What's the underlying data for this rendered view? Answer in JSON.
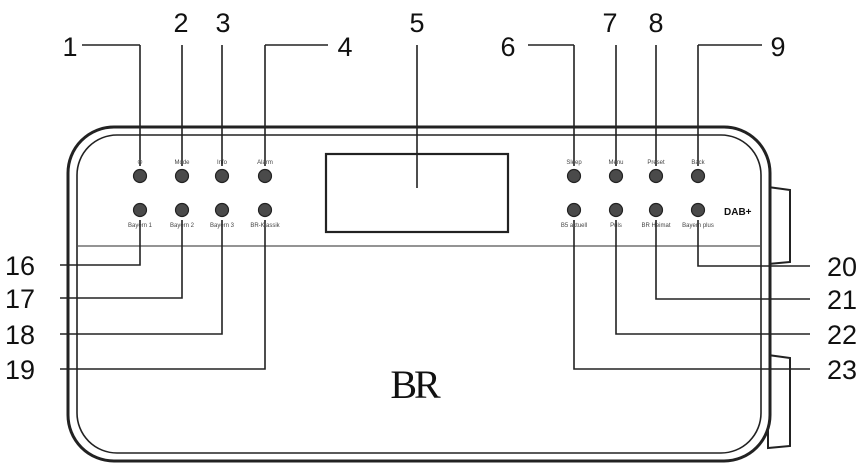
{
  "brand": {
    "logo_text": "BR",
    "dab_badge": "DAB+"
  },
  "callouts": {
    "top": [
      "1",
      "2",
      "3",
      "4",
      "5",
      "6",
      "7",
      "8",
      "9"
    ],
    "left": [
      "16",
      "17",
      "18",
      "19"
    ],
    "right": [
      "20",
      "21",
      "22",
      "23"
    ]
  },
  "buttons": {
    "top_row": [
      "⏻",
      "Mode",
      "Info",
      "Alarm",
      "Sleep",
      "Menu",
      "Preset",
      "Back"
    ],
    "bottom_row": [
      "Bayern 1",
      "Bayern 2",
      "Bayern 3",
      "BR-Klassik",
      "B5 aktuell",
      "Puls",
      "BR Heimat",
      "Bayern plus"
    ]
  },
  "colors": {
    "outline": "#222222",
    "button": "#4a4a4a"
  }
}
